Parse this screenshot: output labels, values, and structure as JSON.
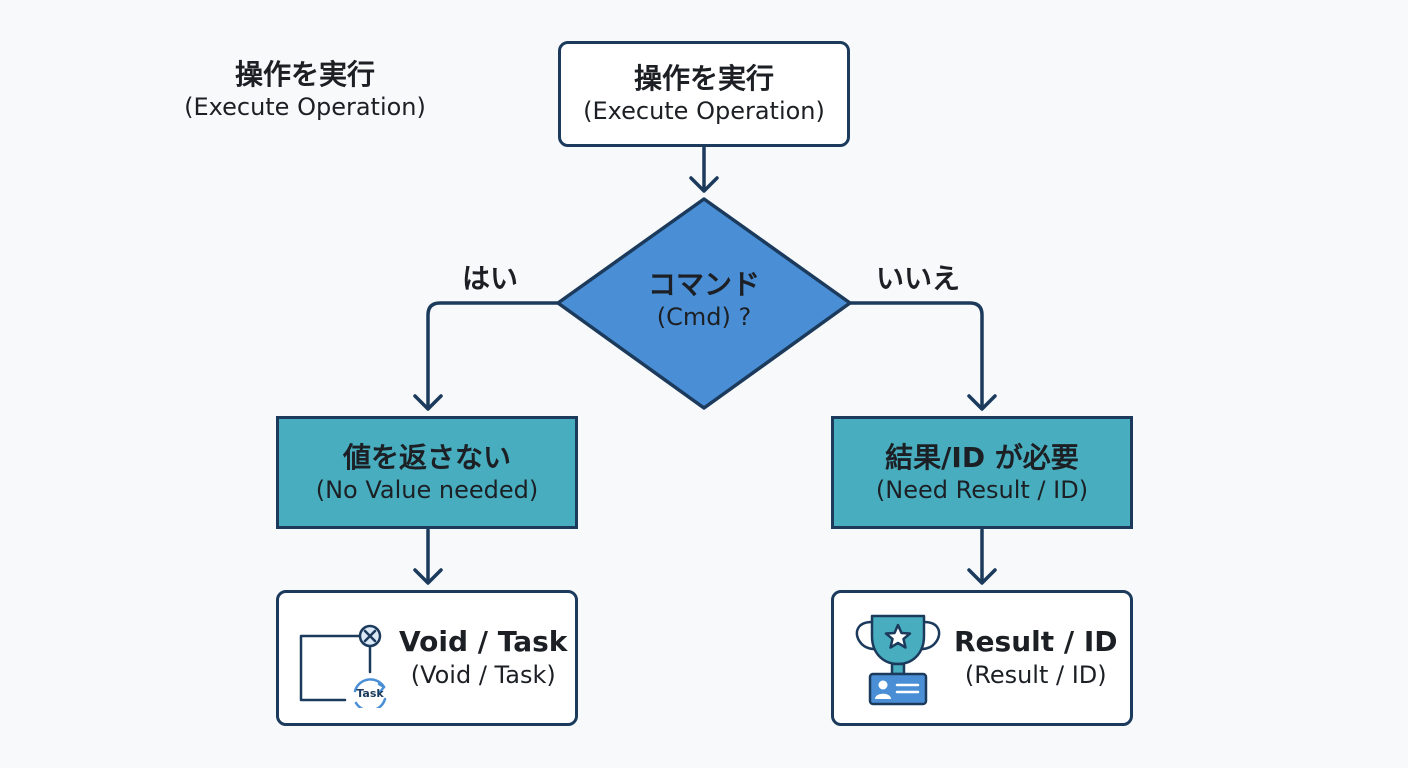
{
  "legend": {
    "title_jp": "操作を実行",
    "title_en": "(Execute Operation)"
  },
  "start": {
    "title_jp": "操作を実行",
    "title_en": "(Execute Operation)"
  },
  "decision": {
    "title_jp": "コマンド",
    "title_en": "(Cmd) ?"
  },
  "branches": {
    "yes": "はい",
    "no": "いいえ"
  },
  "left_step": {
    "title_jp": "値を返さない",
    "title_en": "(No Value needed)"
  },
  "right_step": {
    "title_jp": "結果/ID が必要",
    "title_en": "(Need Result / ID)"
  },
  "left_result": {
    "title": "Void / Task",
    "subtitle": "(Void / Task)",
    "icon": "void-task-icon",
    "icon_badge": "Task"
  },
  "right_result": {
    "title": "Result / ID",
    "subtitle": "(Result / ID)",
    "icon": "trophy-id-card-icon"
  },
  "colors": {
    "navy": "#1b3a5c",
    "diamond": "#4a8fd6",
    "teal": "#48aebf",
    "background": "#f7f9fa"
  }
}
